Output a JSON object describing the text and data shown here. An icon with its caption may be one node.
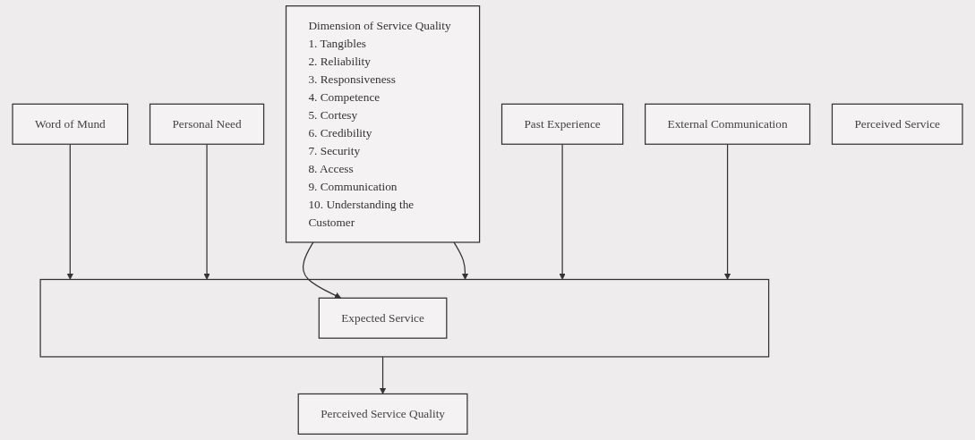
{
  "diagram": {
    "nodes": [
      {
        "text": [
          "Dimension of Service Quality",
          "1. Tangibles",
          "2. Reliability",
          "3. Responsiveness",
          "4. Competence",
          "5. Cortesy",
          "6. Credibility",
          "7. Security",
          "8. Access",
          "9. Communication",
          "10. Understanding the Customer"
        ]
      },
      {
        "text": [
          "Word of Mund"
        ]
      },
      {
        "text": [
          "Personal Need"
        ]
      },
      {
        "text": [
          "Past Experience"
        ]
      },
      {
        "text": [
          "External Communication"
        ]
      },
      {
        "text": [],
        "shape": "box"
      },
      {
        "text": [
          "Expected Service"
        ],
        "in": 5
      },
      {
        "text": [
          "Perceived Service Quality"
        ]
      },
      {
        "text": [
          "Perceived Service"
        ]
      }
    ],
    "edges": [
      {
        "from": 1,
        "to": 5,
        "arrow": "to"
      },
      {
        "from": 2,
        "to": 5,
        "arrow": "to"
      },
      {
        "from": 3,
        "to": 5,
        "arrow": "to"
      },
      {
        "from": 4,
        "to": 5,
        "arrow": "to"
      },
      {
        "from": 0,
        "to": 5,
        "arrow": "to"
      },
      {
        "from": 0,
        "to": 6,
        "arrow": "to"
      },
      {
        "from": 5,
        "to": 7,
        "arrow": "to"
      }
    ]
  }
}
